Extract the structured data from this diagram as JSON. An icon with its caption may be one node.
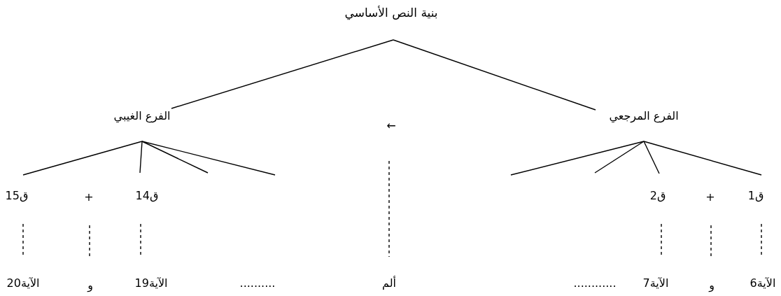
{
  "diagram": {
    "nodes": [
      {
        "text": [
          "بنية النص الأساسي"
        ]
      },
      {
        "text": [
          "الفرع الغيبي"
        ]
      },
      {
        "text": [
          "الفرع المرجعي"
        ]
      },
      {
        "text": [
          "ق15"
        ]
      },
      {
        "text": [
          "+"
        ]
      },
      {
        "text": [
          "ق14"
        ]
      },
      {
        "text": [
          "ق2"
        ]
      },
      {
        "text": [
          "+"
        ]
      },
      {
        "text": [
          "ق1"
        ]
      },
      {
        "text": [
          "الآية20"
        ]
      },
      {
        "text": [
          "و"
        ]
      },
      {
        "text": [
          "الآية19"
        ]
      },
      {
        "text": [
          "ألم"
        ]
      },
      {
        "text": [
          "الآية7"
        ]
      },
      {
        "text": [
          "و"
        ]
      },
      {
        "text": [
          "الآية6"
        ]
      }
    ],
    "edges": [
      {
        "from": 0,
        "to": 1,
        "arrow": "none"
      },
      {
        "from": 0,
        "to": 2,
        "arrow": "none"
      },
      {
        "from": 1,
        "to": 3,
        "arrow": "none"
      },
      {
        "from": 1,
        "to": 5,
        "arrow": "none"
      },
      {
        "from": 1,
        "to": null,
        "arrow": "none"
      },
      {
        "from": 1,
        "to": null,
        "arrow": "none"
      },
      {
        "from": 2,
        "to": null,
        "arrow": "none"
      },
      {
        "from": 2,
        "to": null,
        "arrow": "none"
      },
      {
        "from": 2,
        "to": 6,
        "arrow": "none"
      },
      {
        "from": 2,
        "to": 8,
        "arrow": "none"
      },
      {
        "from": 3,
        "to": 9,
        "arrow": "none",
        "style": "dashed"
      },
      {
        "from": 4,
        "to": 10,
        "arrow": "none",
        "style": "dashed"
      },
      {
        "from": 5,
        "to": 11,
        "arrow": "none",
        "style": "dashed"
      },
      {
        "from": null,
        "to": 12,
        "arrow": "none",
        "style": "dashed"
      },
      {
        "from": 6,
        "to": 13,
        "arrow": "none",
        "style": "dashed"
      },
      {
        "from": 7,
        "to": 14,
        "arrow": "none",
        "style": "dashed"
      },
      {
        "from": 8,
        "to": 15,
        "arrow": "none",
        "style": "dashed"
      }
    ],
    "labels": [
      "←",
      "..........",
      "............"
    ]
  }
}
